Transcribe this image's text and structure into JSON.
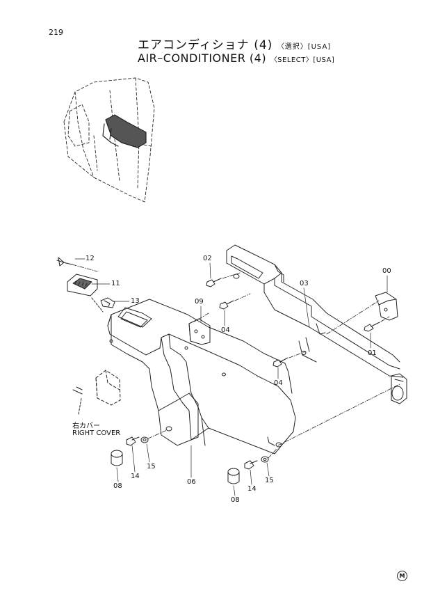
{
  "page_number": "219",
  "title_jp": "エアコンディショナ (4)",
  "title_jp_note": "〈選択〉[USA]",
  "title_en": "AIR–CONDITIONER (4)",
  "title_en_note": "〈SELECT〉[USA]",
  "callouts": {
    "c12": "12",
    "c11": "11",
    "c13": "13",
    "c02": "02",
    "c04a": "04",
    "c09": "09",
    "c03": "03",
    "c00": "00",
    "c01": "01",
    "c04b": "04",
    "c06": "06",
    "c14a": "14",
    "c15a": "15",
    "c08a": "08",
    "c14b": "14",
    "c15b": "15",
    "c08b": "08"
  },
  "right_cover_jp": "右カバー",
  "right_cover_en": "RIGHT COVER",
  "corner_mark": "M"
}
